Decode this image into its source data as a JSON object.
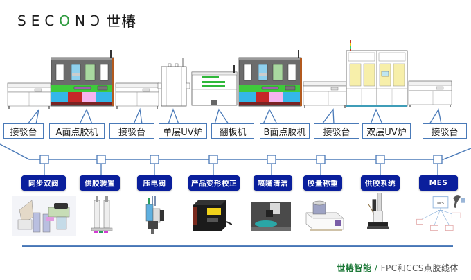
{
  "logo": {
    "latin_prefix": "SEC",
    "latin_o": "O",
    "latin_suffix": "NↃ",
    "chinese": "世椿"
  },
  "colors": {
    "accent_blue": "#4a7ab8",
    "badge_blue": "#0a1f9c",
    "brand_green": "#1f7a3a",
    "logo_green": "#2e9a3e"
  },
  "stations": [
    {
      "label": "接驳台",
      "type": "conveyor"
    },
    {
      "label": "A面点胶机",
      "type": "dispenser"
    },
    {
      "label": "接驳台",
      "type": "conveyor"
    },
    {
      "label": "单层UV炉",
      "type": "uv-oven-single"
    },
    {
      "label": "翻板机",
      "type": "flipper"
    },
    {
      "label": "B面点胶机",
      "type": "dispenser"
    },
    {
      "label": "接驳台",
      "type": "conveyor"
    },
    {
      "label": "双层UV炉",
      "type": "uv-oven-double"
    },
    {
      "label": "接驳台",
      "type": "conveyor"
    }
  ],
  "modules": [
    {
      "label": "同步双阀",
      "icon": "dual-valve-assembly"
    },
    {
      "label": "供胶装置",
      "icon": "glue-supply-syringes"
    },
    {
      "label": "压电阀",
      "icon": "piezo-valve"
    },
    {
      "label": "产品变形校正",
      "icon": "laser-sensor"
    },
    {
      "label": "喷嘴清洁",
      "icon": "nozzle-cleaner"
    },
    {
      "label": "胶量称重",
      "icon": "weighing-scale"
    },
    {
      "label": "供胶系统",
      "icon": "glue-supply-system"
    },
    {
      "label": "MES",
      "icon": "mes-network"
    }
  ],
  "mes_diagram": {
    "center": "MES"
  },
  "footer": {
    "brand": "世椿智能",
    "separator": "/",
    "title": "FPC和CCS点胶线体"
  }
}
